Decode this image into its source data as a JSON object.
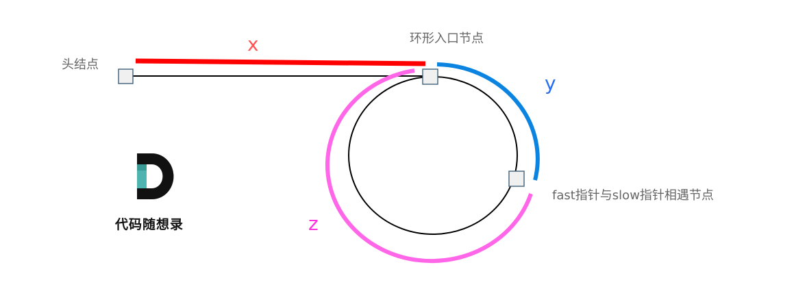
{
  "labels": {
    "head_node": "头结点",
    "entry_node": "环形入口节点",
    "meet_node": "fast指针与slow指针相遇节点"
  },
  "segments": {
    "x": {
      "label": "x",
      "color": "#ff0000"
    },
    "y": {
      "label": "y",
      "color": "#0a84e0"
    },
    "z": {
      "label": "z",
      "color": "#ff66e8"
    }
  },
  "logo": {
    "letter": "D",
    "text": "代码随想录",
    "accent": "#4fb3b0"
  }
}
